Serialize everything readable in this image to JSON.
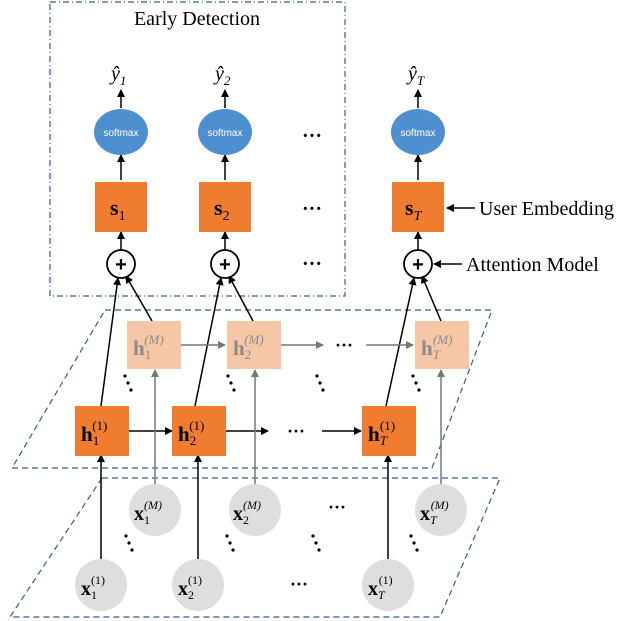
{
  "title": "Early Detection",
  "side_labels": {
    "user_embedding": "User Embedding",
    "attention_model": "Attention Model"
  },
  "outputs": {
    "y": [
      "ŷ",
      "ŷ",
      "ŷ"
    ],
    "y_sub": [
      "1",
      "2",
      "T"
    ]
  },
  "softmax_label": "softmax",
  "s_nodes": {
    "base": [
      "s",
      "s",
      "s"
    ],
    "sub": [
      "1",
      "2",
      "T"
    ]
  },
  "plus_symbol": "+",
  "hidden_top": {
    "base": [
      "h",
      "h",
      "h"
    ],
    "sub": [
      "1",
      "2",
      "T"
    ],
    "sup": [
      "(M)",
      "(M)",
      "(M)"
    ]
  },
  "hidden_bottom": {
    "base": [
      "h",
      "h",
      "h"
    ],
    "sub": [
      "1",
      "2",
      "T"
    ],
    "sup": [
      "(1)",
      "(1)",
      "(1)"
    ]
  },
  "inputs_top": {
    "base": [
      "x",
      "x",
      "x"
    ],
    "sub": [
      "1",
      "2",
      "T"
    ],
    "sup": [
      "(M)",
      "(M)",
      "(M)"
    ]
  },
  "inputs_bottom": {
    "base": [
      "x",
      "x",
      "x"
    ],
    "sub": [
      "1",
      "2",
      "T"
    ],
    "sup": [
      "(1)",
      "(1)",
      "(1)"
    ]
  },
  "ellipsis": "···",
  "colors": {
    "softmax": "#4e8fd0",
    "s_box": "#f07c30",
    "h_bottom": "#f07c30",
    "h_top": "#f6c7a6",
    "x_circle": "#dedede",
    "frame": "#2f5f8f"
  }
}
